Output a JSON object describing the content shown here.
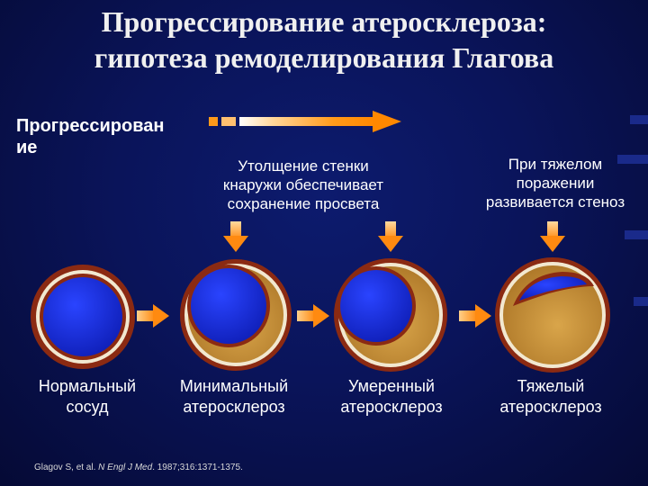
{
  "title": {
    "line1": "Прогрессирование атеросклероза:",
    "line2": "гипотеза ремоделирования Глагова"
  },
  "progression": {
    "label_line1": "Прогрессирован",
    "label_line2": "ие"
  },
  "captions": {
    "outward": [
      "Утолщение стенки",
      "кнаружи обеспечивает",
      "сохранение просвета"
    ],
    "severe": [
      "При тяжелом",
      "поражении",
      "развивается стеноз"
    ]
  },
  "vessels": [
    {
      "line1": "Нормальный",
      "line2": "сосуд"
    },
    {
      "line1": "Минимальный",
      "line2": "атеросклероз"
    },
    {
      "line1": "Умеренный",
      "line2": "атеросклероз"
    },
    {
      "line1": "Тяжелый",
      "line2": "атеросклероз"
    }
  ],
  "citation": {
    "authors": "Glagov S, et al.",
    "journal": "N Engl J Med",
    "details": ". 1987;316:1371-1375."
  },
  "colors": {
    "lumen": "#1a2fd8",
    "plaque": "#d9a54a",
    "wall": "#8b2a12",
    "arrow": "#ff9a1a"
  }
}
